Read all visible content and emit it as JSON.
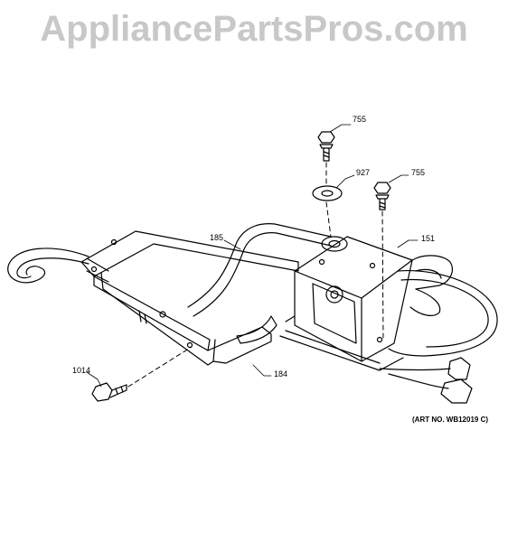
{
  "watermark": "AppliancePartsPros.com",
  "parts": {
    "p755a": "755",
    "p927": "927",
    "p755b": "755",
    "p185": "185",
    "p151": "151",
    "p1014": "1014",
    "p184": "184"
  },
  "art_number": "(ART NO. WB12019 C)"
}
